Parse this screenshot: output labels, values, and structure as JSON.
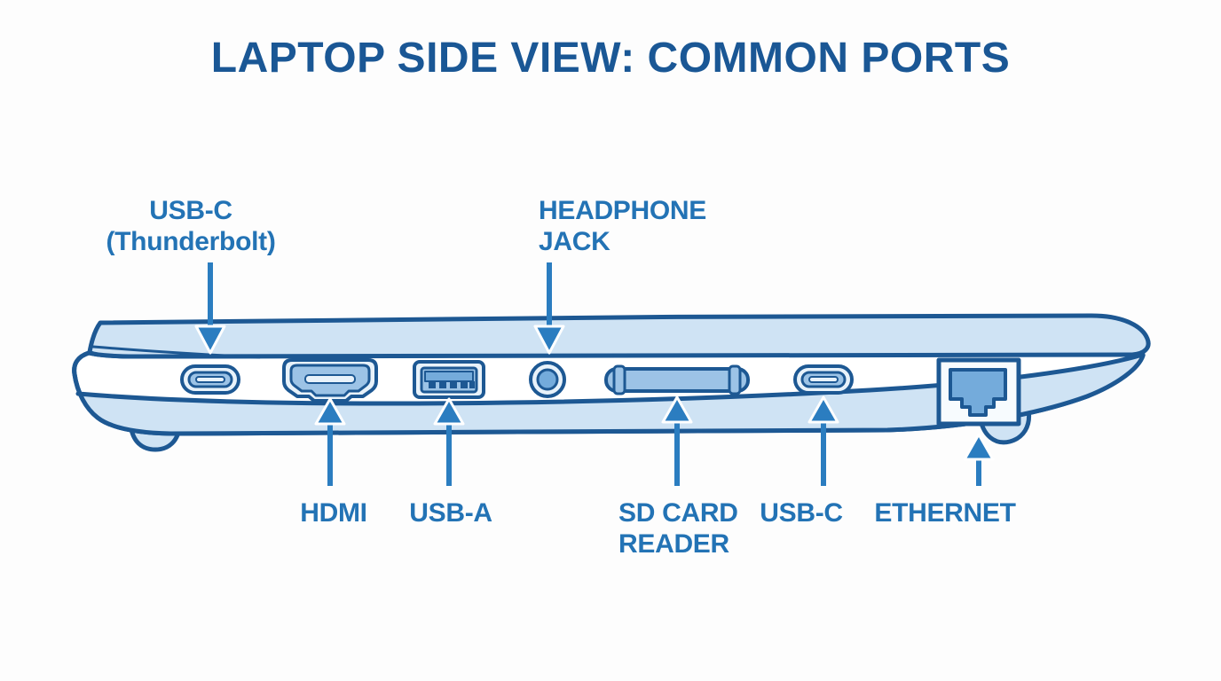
{
  "title": "LAPTOP SIDE VIEW: COMMON PORTS",
  "colors": {
    "title_color": "#1a5795",
    "label_color": "#2373b5",
    "outline_color": "#1d5893",
    "light_fill": "#cfe3f4",
    "mid_fill": "#9cc3e6",
    "pale_fill": "#e8f2fa",
    "inner_fill": "#74abdb",
    "arrow_color": "#2b7dc0",
    "bg_color": "#fdfdfd"
  },
  "labels": {
    "usb_c_thunderbolt": {
      "line1": "USB-C",
      "line2": "(Thunderbolt)"
    },
    "headphone_jack": {
      "line1": "HEADPHONE",
      "line2": "JACK"
    },
    "hdmi": "HDMI",
    "usb_a": "USB-A",
    "sd_card_reader": {
      "line1": "SD CARD",
      "line2": "READER"
    },
    "usb_c": "USB-C",
    "ethernet": "ETHERNET"
  }
}
